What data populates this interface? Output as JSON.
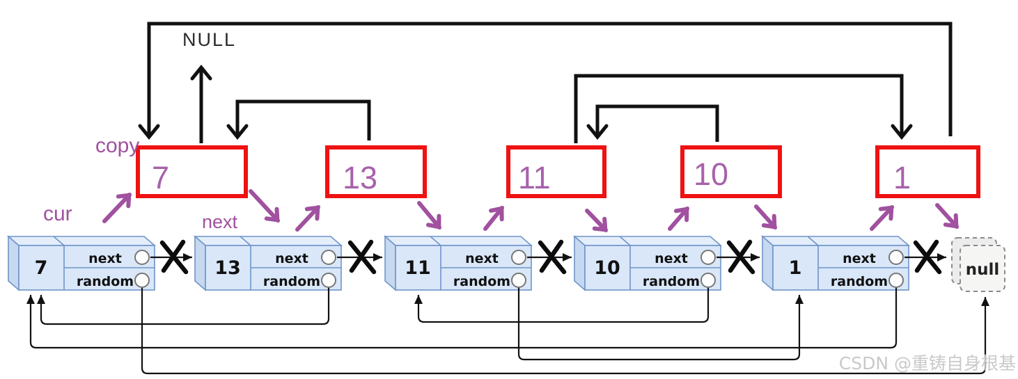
{
  "labels": {
    "copy": "copy",
    "cur": "cur",
    "next": "next",
    "null_pointer": "NULL"
  },
  "copy_nodes": [
    {
      "value": "7"
    },
    {
      "value": "13"
    },
    {
      "value": "11"
    },
    {
      "value": "10"
    },
    {
      "value": "1"
    }
  ],
  "list_nodes": [
    {
      "value": "7",
      "next_label": "next",
      "random_label": "random"
    },
    {
      "value": "13",
      "next_label": "next",
      "random_label": "random"
    },
    {
      "value": "11",
      "next_label": "next",
      "random_label": "random"
    },
    {
      "value": "10",
      "next_label": "next",
      "random_label": "random"
    },
    {
      "value": "1",
      "next_label": "next",
      "random_label": "random"
    }
  ],
  "null_box": {
    "label": "null"
  },
  "watermark": {
    "text": "CSDN @重铸自身根基"
  },
  "colors": {
    "copy_box_border": "#ee1212",
    "copy_value": "#a761ab",
    "purple_accent": "#a0519f",
    "node_fill": "#d9e7f8",
    "node_top_fill": "#e4eefb",
    "node_side_fill": "#c6d9f0",
    "node_border": "#6f94c8",
    "connector_black": "#111111",
    "watermark_gray": "#c9c9c9"
  },
  "edges": {
    "copy_random_arrows": [
      {
        "from": "7",
        "to": "NULL"
      },
      {
        "from": "13",
        "to": "7"
      },
      {
        "from": "11",
        "to": "1"
      },
      {
        "from": "10",
        "to": "11"
      },
      {
        "from": "1",
        "to": "7"
      }
    ],
    "original_random_arrows": [
      {
        "from": "7",
        "to": "null"
      },
      {
        "from": "13",
        "to": "7"
      },
      {
        "from": "11",
        "to": "1"
      },
      {
        "from": "10",
        "to": "11"
      },
      {
        "from": "1",
        "to": "7"
      }
    ],
    "next_links_crossed_out": true
  }
}
